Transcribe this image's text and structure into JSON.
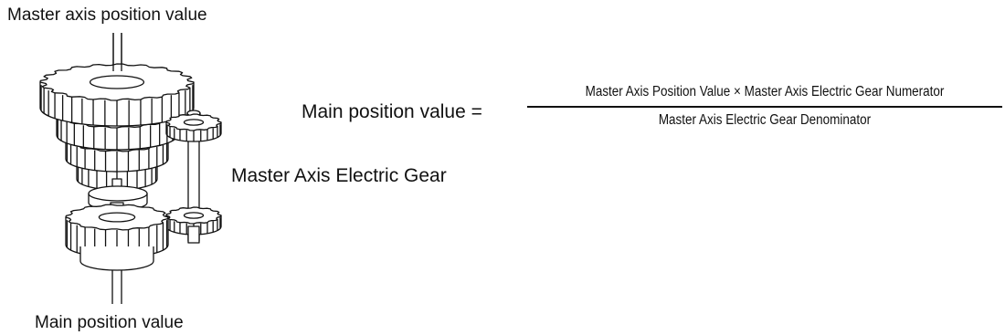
{
  "labels": {
    "master_axis_position": "Master axis position value",
    "main_position": "Main position value",
    "electric_gear": "Master Axis Electric Gear"
  },
  "formula": {
    "lhs": "Main position value =",
    "numerator": "Master Axis Position Value × Master Axis Electric Gear Numerator",
    "denominator": "Master Axis Electric Gear Denominator"
  },
  "illustration": {
    "icon": "gear-train-icon",
    "stroke_color": "#111111",
    "fill_color": "#ffffff"
  }
}
